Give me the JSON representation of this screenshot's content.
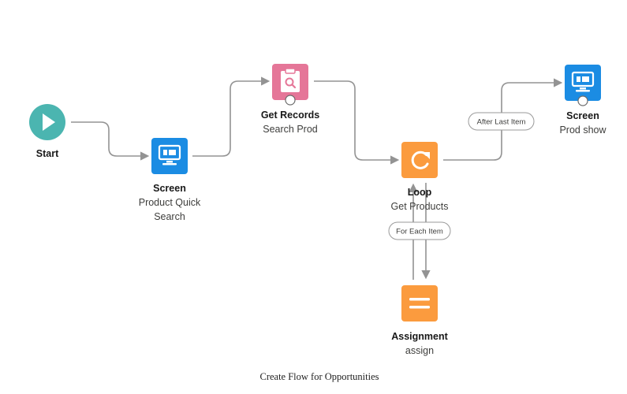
{
  "colors": {
    "start": "#4bb5b0",
    "screen": "#1b8ce3",
    "get_records": "#e57698",
    "loop": "#fb9b3e",
    "assignment": "#fb9b3e",
    "connector": "#939393"
  },
  "nodes": {
    "start": {
      "title": "Start",
      "icon": "play-icon"
    },
    "screen1": {
      "title": "Screen",
      "subtitle_line1": "Product Quick",
      "subtitle_line2": "Search",
      "icon": "monitor-icon"
    },
    "get_records": {
      "title": "Get Records",
      "subtitle": "Search Prod",
      "icon": "clipboard-search-icon"
    },
    "loop": {
      "title": "Loop",
      "subtitle": "Get Products",
      "icon": "refresh-icon"
    },
    "screen2": {
      "title": "Screen",
      "subtitle": "Prod show",
      "icon": "monitor-icon"
    },
    "assignment": {
      "title": "Assignment",
      "subtitle": "assign",
      "icon": "equals-icon"
    }
  },
  "connectors": {
    "after_last_item": "After Last Item",
    "for_each_item": "For Each Item"
  },
  "caption": "Create Flow for Opportunities"
}
